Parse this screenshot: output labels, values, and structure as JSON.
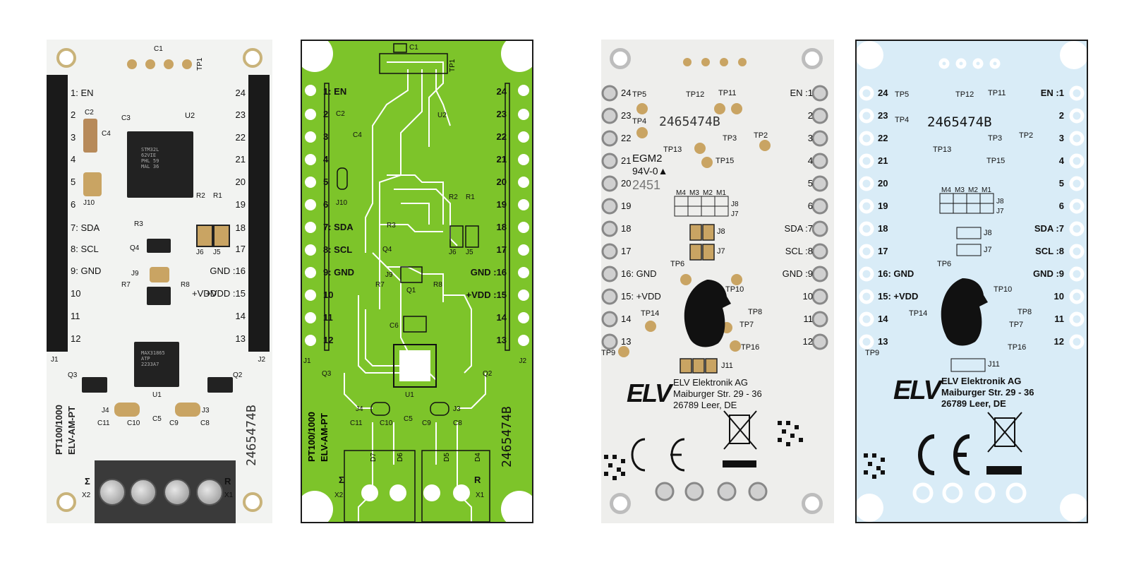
{
  "board_id": "2465474B",
  "product": {
    "line1": "PT100/1000",
    "line2": "ELV-AM-PT"
  },
  "connectors": {
    "j1": "J1",
    "j2": "J2",
    "x1": "X1",
    "x2": "X2",
    "r": "R",
    "sigma": "Σ"
  },
  "front_left_pins": [
    "1: EN",
    "2",
    "3",
    "4",
    "5",
    "6",
    "7: SDA",
    "8: SCL",
    "9: GND",
    "10",
    "11",
    "12"
  ],
  "front_right_pins": [
    "24",
    "23",
    "22",
    "21",
    "20",
    "19",
    "18",
    "17",
    "GND :16",
    "+VDD :15",
    "14",
    "13"
  ],
  "back_left_pins": [
    "24",
    "23",
    "22",
    "21",
    "20",
    "19",
    "18",
    "17",
    "16: GND",
    "15: +VDD",
    "14",
    "13"
  ],
  "back_right_pins": [
    "EN :1",
    "2",
    "3",
    "4",
    "5",
    "6",
    "SDA :7",
    "SCL :8",
    "GND :9",
    "10",
    "11",
    "12"
  ],
  "components": {
    "c1": "C1",
    "c2": "C2",
    "c3": "C3",
    "c4": "C4",
    "c5": "C5",
    "c6": "C6",
    "c8": "C8",
    "c9": "C9",
    "c10": "C10",
    "c11": "C11",
    "d4": "D4",
    "d5": "D5",
    "d6": "D6",
    "d7": "D7",
    "r1": "R1",
    "r2": "R2",
    "r3": "R3",
    "r7": "R7",
    "r8": "R8",
    "j3": "J3",
    "j4": "J4",
    "j5": "J5",
    "j6": "J6",
    "j9": "J9",
    "j10": "J10",
    "q1": "Q1",
    "q2": "Q2",
    "q3": "Q3",
    "q4": "Q4",
    "u1": "U1",
    "u2": "U2",
    "tp1": "TP1"
  },
  "chip_marks": {
    "u2": "STM32L\n62VIE\nPHL 59\nMAL 36",
    "u1": "MAX31865\nATP\n2233A7"
  },
  "back": {
    "tps": {
      "tp2": "TP2",
      "tp3": "TP3",
      "tp4": "TP4",
      "tp5": "TP5",
      "tp6": "TP6",
      "tp7": "TP7",
      "tp8": "TP8",
      "tp9": "TP9",
      "tp10": "TP10",
      "tp11": "TP11",
      "tp12": "TP12",
      "tp13": "TP13",
      "tp14": "TP14",
      "tp15": "TP15",
      "tp16": "TP16"
    },
    "m_labels": [
      "M4",
      "M3",
      "M2",
      "M1"
    ],
    "j7": "J7",
    "j8": "J8",
    "j11": "J11",
    "fab1": "EGM2",
    "fab2": "94V-0▲",
    "fab3": "2451"
  },
  "company": {
    "logo": "ELV",
    "name": "ELV Elektronik AG",
    "street": "Maiburger Str. 29 - 36",
    "city": "26789 Leer, DE"
  },
  "ce": "CE",
  "colors": {
    "photo_board": "#f2f3f1",
    "front_layout": "#7dc42a",
    "back_photo": "#eeeeec",
    "back_layout": "#d9ecf7",
    "header": "#1a1a1a"
  }
}
